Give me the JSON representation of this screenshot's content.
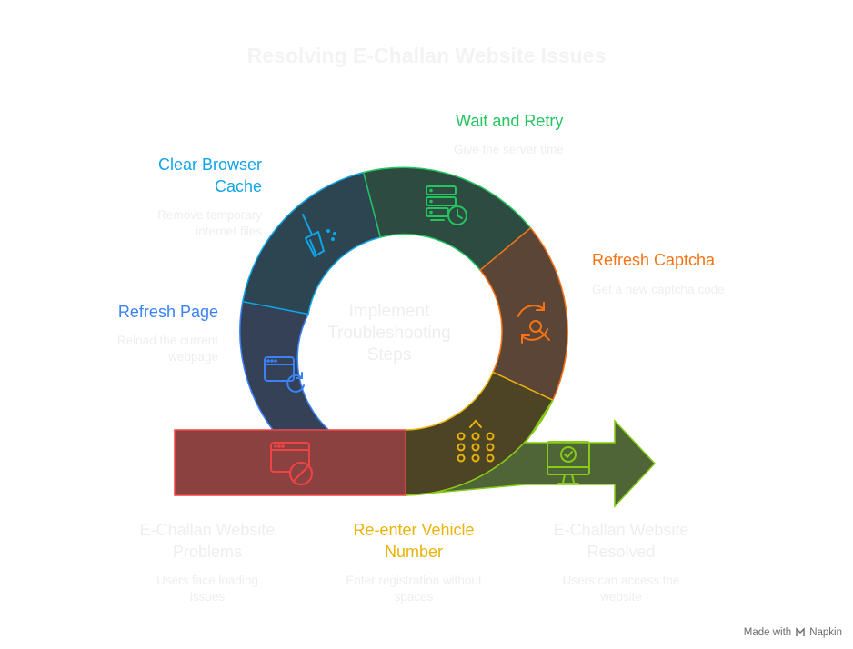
{
  "title": "Resolving E-Challan Website Issues",
  "center_label": "Implement Troubleshooting Steps",
  "steps": [
    {
      "title": "Refresh Page",
      "desc": "Reload the current webpage",
      "color": "#3b82f6",
      "icon": "browser-refresh-icon"
    },
    {
      "title": "Clear Browser Cache",
      "desc": "Remove temporary internet files",
      "color": "#0ea5e9",
      "icon": "broom-icon"
    },
    {
      "title": "Wait and Retry",
      "desc": "Give the server time",
      "color": "#22c55e",
      "icon": "server-clock-icon"
    },
    {
      "title": "Refresh Captcha",
      "desc": "Get a new captcha code",
      "color": "#f97316",
      "icon": "refresh-search-icon"
    },
    {
      "title": "Re-enter Vehicle Number",
      "desc": "Enter registration without spaces",
      "color": "#eab308",
      "icon": "keypad-icon"
    }
  ],
  "problem": {
    "title": "E-Challan Website Problems",
    "desc": "Users face loading issues",
    "color": "#ef4444",
    "icon": "browser-blocked-icon"
  },
  "resolved": {
    "title": "E-Challan Website Resolved",
    "desc": "Users can access the website",
    "color": "#84cc16",
    "icon": "monitor-check-icon"
  },
  "credit": {
    "prefix": "Made with",
    "brand": "Napkin"
  }
}
